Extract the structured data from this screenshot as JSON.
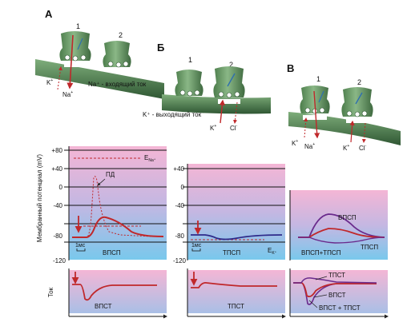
{
  "panels": {
    "a": {
      "letter": "А",
      "terminal1": "1",
      "terminal2": "2",
      "k_ion": "K",
      "na_ion": "Na",
      "current_label": "Na⁺ - входящий ток"
    },
    "b": {
      "letter": "Б",
      "terminal1": "1",
      "terminal2": "2",
      "current_label": "K⁺ - выходящий ток",
      "k_ion": "K",
      "cl_ion": "Cl"
    },
    "c": {
      "letter": "В",
      "terminal1": "1",
      "terminal2": "2",
      "k_ion_left": "K",
      "na_ion": "Na",
      "k_ion_right": "K",
      "cl_ion": "Cl"
    }
  },
  "potential": {
    "ylabel": "Мембранный потенциал (mV)",
    "ticks_left": [
      "+80",
      "+40",
      "0",
      "-40",
      "-80",
      "-120"
    ],
    "ticks_mid": [
      "+40",
      "0",
      "-40",
      "-80",
      "-120"
    ],
    "ena_label": "E",
    "ena_sub": "Na⁺",
    "ek_label": "E",
    "ek_sub": "K⁺",
    "ap_label": "ПД",
    "scale_left": "1мс",
    "scale_mid": "1мс",
    "epsp_label": "ВПСП",
    "ipsp_label": "ТПСП",
    "c_epsp_label": "ВПСП",
    "c_ipsp_label": "ТПСП",
    "c_sum_label": "ВПСП+ТПСП"
  },
  "current": {
    "ylabel": "Ток",
    "epsc_label": "ВПСТ",
    "ipsc_label": "ТПСТ",
    "c_ipsc_label": "ТПСТ",
    "c_epsc_label": "ВПСТ",
    "c_sum_label": "ВПСТ + ТПСТ"
  },
  "colors": {
    "membrane": "#3f6a43",
    "terminal": "#5d8f5b",
    "red": "#c0282b",
    "blue": "#2e6fb0",
    "purple": "#6a2a8c",
    "plot_top": "#f3b8d6",
    "plot_bottom": "#7ac9ec"
  }
}
